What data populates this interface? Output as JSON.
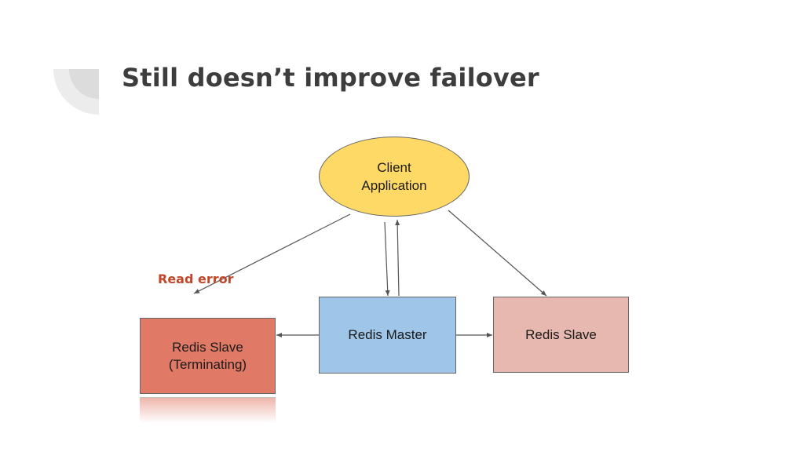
{
  "slide": {
    "title": "Still doesn’t improve failover"
  },
  "diagram": {
    "client": "Client\nApplication",
    "master": "Redis Master",
    "slave": "Redis Slave",
    "slave_terminating": "Redis Slave\n(Terminating)",
    "read_error": "Read error"
  },
  "colors": {
    "client_fill": "#ffd966",
    "master_fill": "#9fc5e8",
    "slave_fill": "#e6b8af",
    "slave_terminating_fill": "#e07a66",
    "error_text": "#c0472a",
    "title_text": "#3d3d3d"
  }
}
